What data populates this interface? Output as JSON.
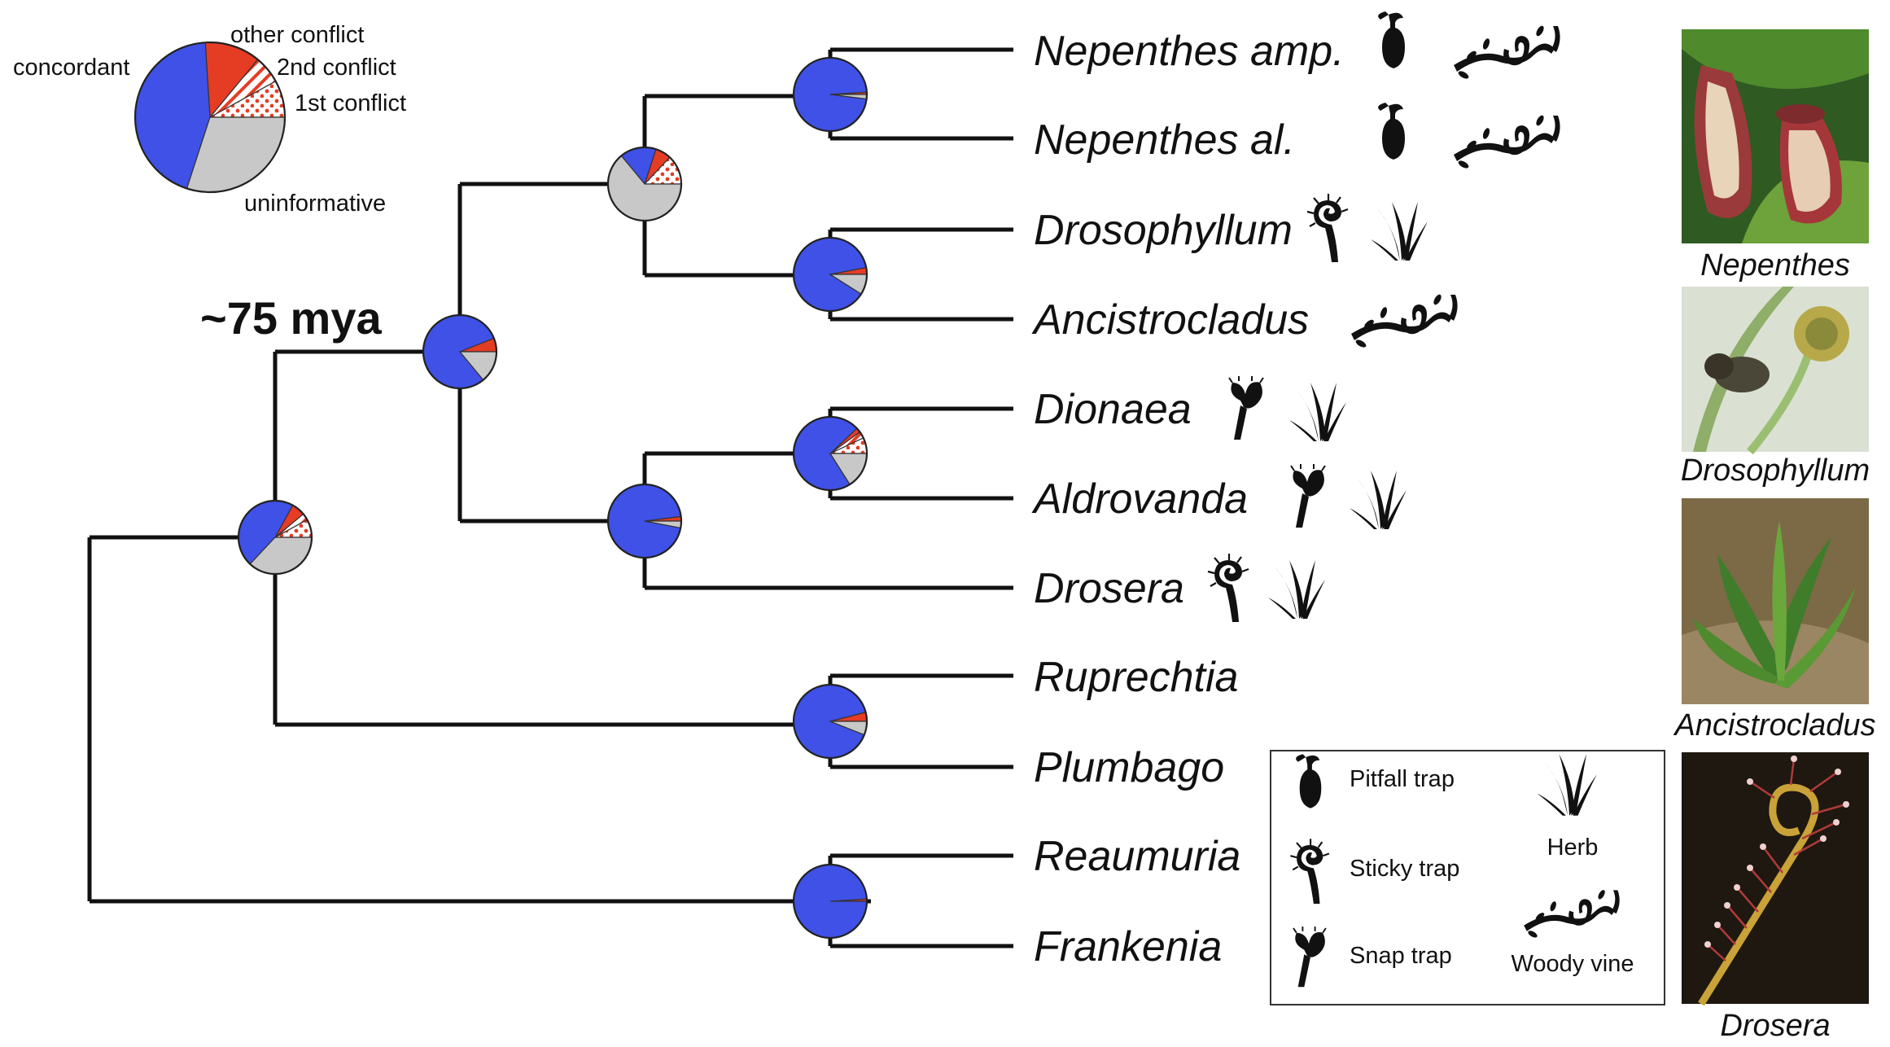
{
  "colors": {
    "concordant": "#3f51e6",
    "conflict": "#e53c24",
    "uninformative": "#c8c8c8",
    "hatch_bg": "#ffffff"
  },
  "pie_legend": {
    "concordant": "concordant",
    "other_conflict": "other conflict",
    "second_conflict": "2nd conflict",
    "first_conflict": "1st conflict",
    "uninformative": "uninformative"
  },
  "date_label": "~75 mya",
  "taxa": [
    {
      "id": "nep-amp",
      "name": "Nepenthes amp."
    },
    {
      "id": "nep-al",
      "name": "Nepenthes al."
    },
    {
      "id": "drosophyllum",
      "name": "Drosophyllum"
    },
    {
      "id": "ancistrocladus",
      "name": "Ancistrocladus"
    },
    {
      "id": "dionaea",
      "name": "Dionaea"
    },
    {
      "id": "aldrovanda",
      "name": "Aldrovanda"
    },
    {
      "id": "drosera",
      "name": "Drosera"
    },
    {
      "id": "ruprechtia",
      "name": "Ruprechtia"
    },
    {
      "id": "plumbago",
      "name": "Plumbago"
    },
    {
      "id": "reaumuria",
      "name": "Reaumuria"
    },
    {
      "id": "frankenia",
      "name": "Frankenia"
    }
  ],
  "node_pies": [
    {
      "id": "nepenthes",
      "concordant": 0.97,
      "first_conflict": 0,
      "second_conflict": 0,
      "other_conflict": 0.01,
      "uninformative": 0.02
    },
    {
      "id": "drosophyllum-ancistrocladus",
      "concordant": 0.88,
      "first_conflict": 0,
      "second_conflict": 0,
      "other_conflict": 0.03,
      "uninformative": 0.09
    },
    {
      "id": "nepenthes-drosophyllum",
      "concordant": 0.16,
      "first_conflict": 0.13,
      "second_conflict": 0,
      "other_conflict": 0.07,
      "uninformative": 0.64
    },
    {
      "id": "dionaea-aldrovanda",
      "concordant": 0.72,
      "first_conflict": 0.07,
      "second_conflict": 0.03,
      "other_conflict": 0.02,
      "uninformative": 0.16
    },
    {
      "id": "droseraceae",
      "concordant": 0.95,
      "first_conflict": 0,
      "second_conflict": 0,
      "other_conflict": 0.02,
      "uninformative": 0.03
    },
    {
      "id": "carnivorous-clade",
      "concordant": 0.8,
      "first_conflict": 0,
      "second_conflict": 0,
      "other_conflict": 0.06,
      "uninformative": 0.14
    },
    {
      "id": "caryophyllales-core",
      "concordant": 0.46,
      "first_conflict": 0.08,
      "second_conflict": 0.03,
      "other_conflict": 0.06,
      "uninformative": 0.37
    },
    {
      "id": "ruprechtia-plumbago",
      "concordant": 0.9,
      "first_conflict": 0,
      "second_conflict": 0,
      "other_conflict": 0.04,
      "uninformative": 0.06
    },
    {
      "id": "reaumuria-frankenia",
      "concordant": 0.99,
      "first_conflict": 0,
      "second_conflict": 0,
      "other_conflict": 0.01,
      "uninformative": 0
    }
  ],
  "key": {
    "pitfall_trap": "Pitfall trap",
    "sticky_trap": "Sticky trap",
    "snap_trap": "Snap trap",
    "herb": "Herb",
    "woody_vine": "Woody vine"
  },
  "photos": [
    {
      "id": "nepenthes",
      "caption": "Nepenthes"
    },
    {
      "id": "drosophyllum",
      "caption": "Drosophyllum"
    },
    {
      "id": "ancistrocladus",
      "caption": "Ancistrocladus"
    },
    {
      "id": "drosera",
      "caption": "Drosera"
    }
  ]
}
